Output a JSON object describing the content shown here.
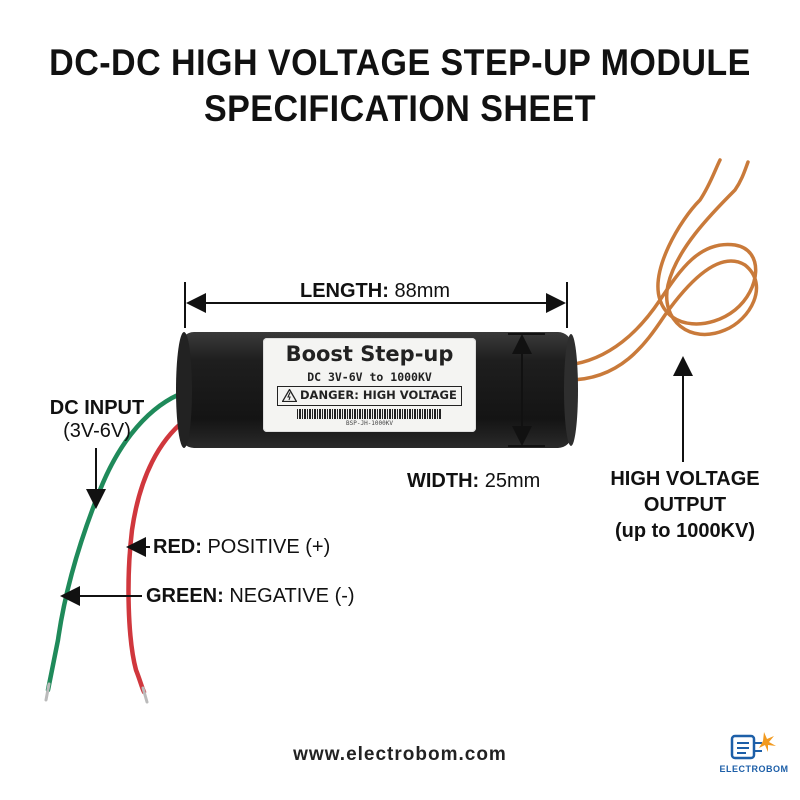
{
  "title": {
    "line1": "DC-DC HIGH VOLTAGE STEP-UP MODULE",
    "line2": "SPECIFICATION SHEET"
  },
  "module_label": {
    "title": "Boost Step-up",
    "subtitle": "DC 3V-6V to 1000KV",
    "warning": "DANGER: HIGH VOLTAGE",
    "code": "BSP-JH-1000KV"
  },
  "dimensions": {
    "length_key": "LENGTH:",
    "length_value": "88mm",
    "width_key": "WIDTH:",
    "width_value": "25mm"
  },
  "input": {
    "label": "DC INPUT",
    "range": "(3V-6V)"
  },
  "wires": {
    "red_key": "RED:",
    "red_value": "POSITIVE (+)",
    "green_key": "GREEN:",
    "green_value": "NEGATIVE (-)"
  },
  "output": {
    "line1": "HIGH VOLTAGE",
    "line2": "OUTPUT",
    "line3": "(up to 1000KV)"
  },
  "footer": {
    "website": "www.electrobom.com",
    "brand": "ELECTROBOM"
  },
  "colors": {
    "body": "#1a1a1a",
    "copper": "#c97a3a",
    "red_wire": "#d0373d",
    "green_wire": "#1f8a5a",
    "brand_blue": "#1d5fa8",
    "brand_orange": "#f29a1f"
  }
}
